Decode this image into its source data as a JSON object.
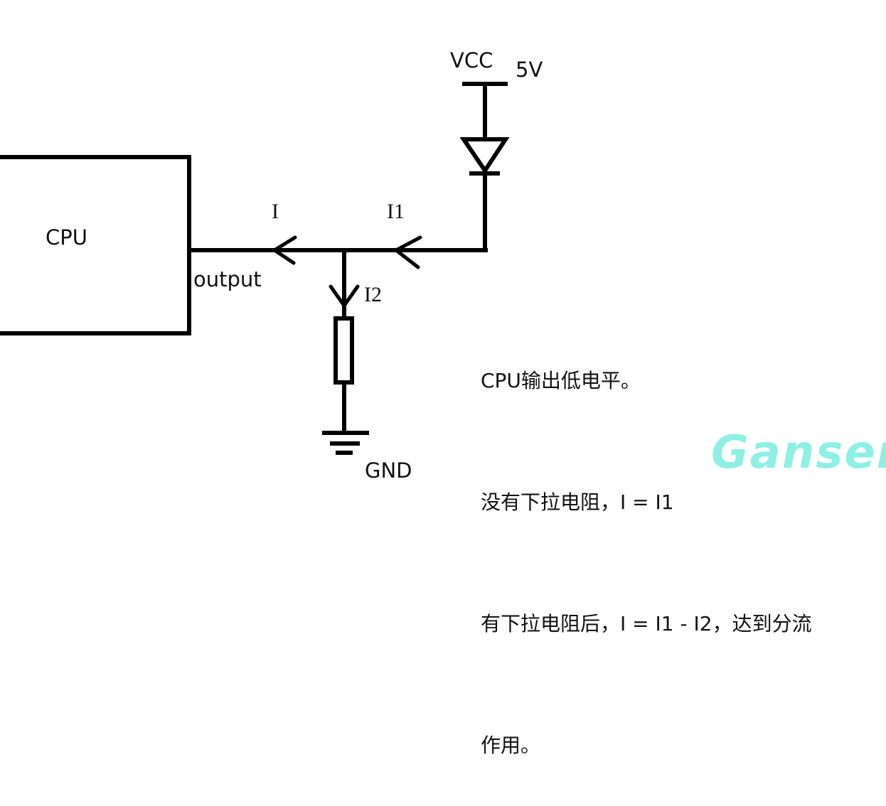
{
  "diagram": {
    "title": "Pull-down resistor current division",
    "components": {
      "cpu": {
        "label": "CPU",
        "pin_label": "output"
      },
      "supply": {
        "label": "VCC",
        "voltage": "5V"
      },
      "diode": {
        "label": "diode"
      },
      "resistor": {
        "label": "pull-down resistor"
      },
      "ground": {
        "label": "GND"
      }
    },
    "currents": {
      "i": "I",
      "i1": "I1",
      "i2": "I2"
    },
    "notes": [
      "CPU输出低电平。",
      "没有下拉电阻，I = I1",
      "有下拉电阻后，I = I1 - I2，达到分流",
      "作用。"
    ],
    "watermark": "Ganser",
    "colors": {
      "line": "#000000",
      "text": "#111111",
      "watermark": "#8ef0e4",
      "background": "#ffffff"
    }
  }
}
